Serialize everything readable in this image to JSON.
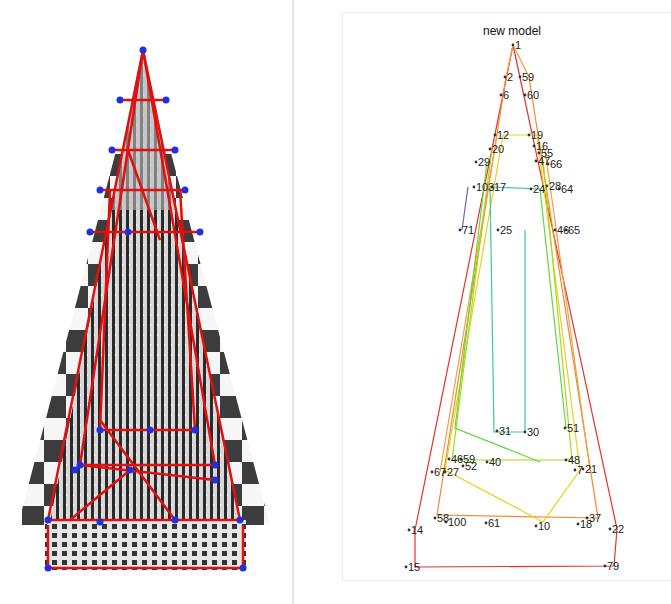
{
  "diagram": {
    "title": "new model",
    "labels": [
      "1",
      "2",
      "59",
      "6",
      "60",
      "12",
      "19",
      "16",
      "55",
      "20",
      "47",
      "66",
      "29",
      "103",
      "17",
      "24",
      "28",
      "64",
      "71",
      "25",
      "46",
      "65",
      "51",
      "31",
      "30",
      "46",
      "59",
      "52",
      "40",
      "48",
      "67",
      "27",
      "7",
      "21",
      "58",
      "100",
      "61",
      "10",
      "18",
      "37",
      "14",
      "22",
      "15",
      "79"
    ]
  }
}
